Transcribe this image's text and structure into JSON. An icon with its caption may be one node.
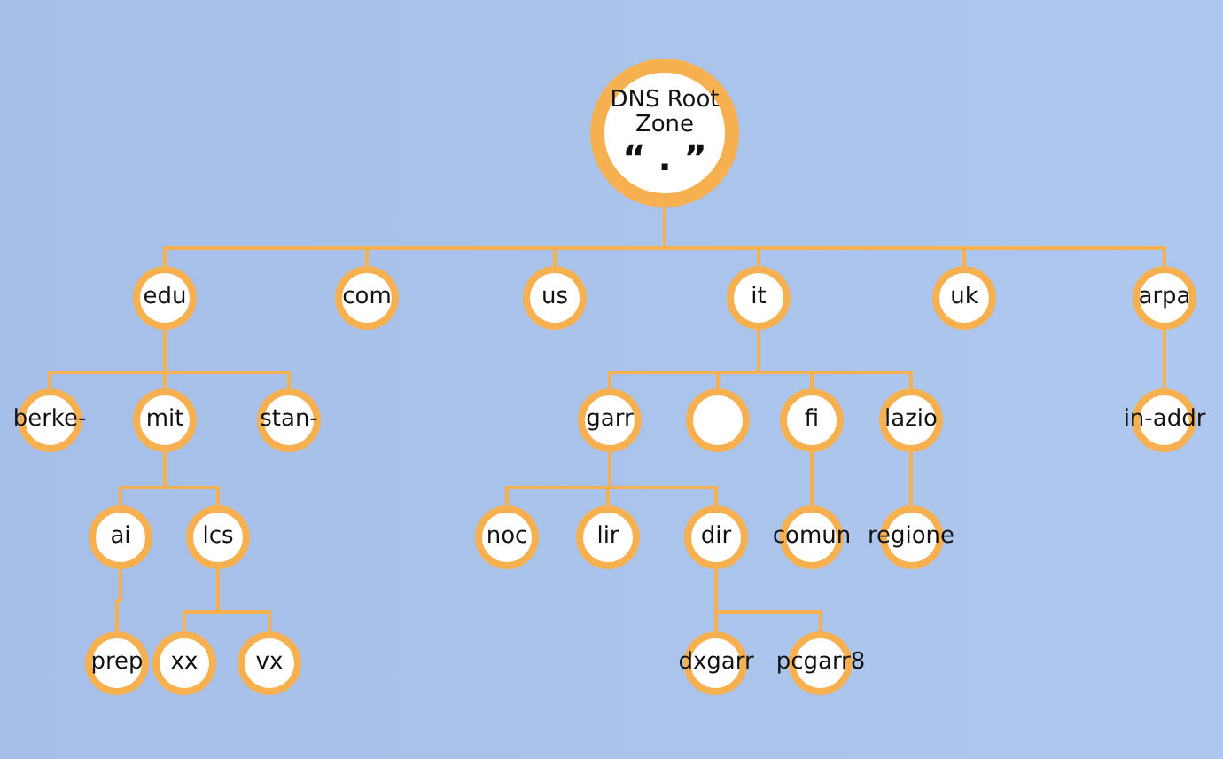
{
  "diagram": {
    "nodes": [
      {
        "text": [
          "DNS Root Zone",
          "“ . ”"
        ]
      },
      {
        "text": [
          "edu"
        ]
      },
      {
        "text": [
          "com"
        ]
      },
      {
        "text": [
          "us"
        ]
      },
      {
        "text": [
          "it"
        ]
      },
      {
        "text": [
          "uk"
        ]
      },
      {
        "text": [
          "arpa"
        ]
      },
      {
        "text": [
          "berke-"
        ]
      },
      {
        "text": [
          "mit"
        ]
      },
      {
        "text": [
          "stan-"
        ]
      },
      {
        "text": [
          "garr"
        ]
      },
      {
        "text": [],
        "shape": "circle"
      },
      {
        "text": [
          "fi"
        ]
      },
      {
        "text": [
          "lazio"
        ]
      },
      {
        "text": [
          "in-addr"
        ]
      },
      {
        "text": [
          "ai"
        ]
      },
      {
        "text": [
          "lcs"
        ]
      },
      {
        "text": [
          "noc"
        ]
      },
      {
        "text": [
          "lir"
        ]
      },
      {
        "text": [
          "dir"
        ]
      },
      {
        "text": [
          "comun"
        ]
      },
      {
        "text": [
          "regione"
        ]
      },
      {
        "text": [
          "prep"
        ]
      },
      {
        "text": [
          "xx"
        ]
      },
      {
        "text": [
          "vx"
        ]
      },
      {
        "text": [
          "dxgarr"
        ]
      },
      {
        "text": [
          "pcgarr8"
        ]
      }
    ],
    "edges": [
      {
        "from": 0,
        "to": 1,
        "arrow": "none"
      },
      {
        "from": 0,
        "to": 2,
        "arrow": "none"
      },
      {
        "from": 0,
        "to": 3,
        "arrow": "none"
      },
      {
        "from": 0,
        "to": 4,
        "arrow": "none"
      },
      {
        "from": 0,
        "to": 5,
        "arrow": "none"
      },
      {
        "from": 0,
        "to": 6,
        "arrow": "none"
      },
      {
        "from": 1,
        "to": 7,
        "arrow": "none"
      },
      {
        "from": 1,
        "to": 8,
        "arrow": "none"
      },
      {
        "from": 1,
        "to": 9,
        "arrow": "none"
      },
      {
        "from": 4,
        "to": 10,
        "arrow": "none"
      },
      {
        "from": 4,
        "to": 11,
        "arrow": "none"
      },
      {
        "from": 4,
        "to": 12,
        "arrow": "none"
      },
      {
        "from": 4,
        "to": 13,
        "arrow": "none"
      },
      {
        "from": 6,
        "to": 14,
        "arrow": "none"
      },
      {
        "from": 8,
        "to": 15,
        "arrow": "none"
      },
      {
        "from": 8,
        "to": 16,
        "arrow": "none"
      },
      {
        "from": 10,
        "to": 17,
        "arrow": "none"
      },
      {
        "from": 10,
        "to": 18,
        "arrow": "none"
      },
      {
        "from": 10,
        "to": 19,
        "arrow": "none"
      },
      {
        "from": 12,
        "to": 20,
        "arrow": "none"
      },
      {
        "from": 13,
        "to": 21,
        "arrow": "none"
      },
      {
        "from": 15,
        "to": 22,
        "arrow": "none"
      },
      {
        "from": 16,
        "to": 23,
        "arrow": "none"
      },
      {
        "from": 16,
        "to": 24,
        "arrow": "none"
      },
      {
        "from": 19,
        "to": 25,
        "arrow": "none"
      },
      {
        "from": 19,
        "to": 26,
        "arrow": "none"
      }
    ]
  }
}
